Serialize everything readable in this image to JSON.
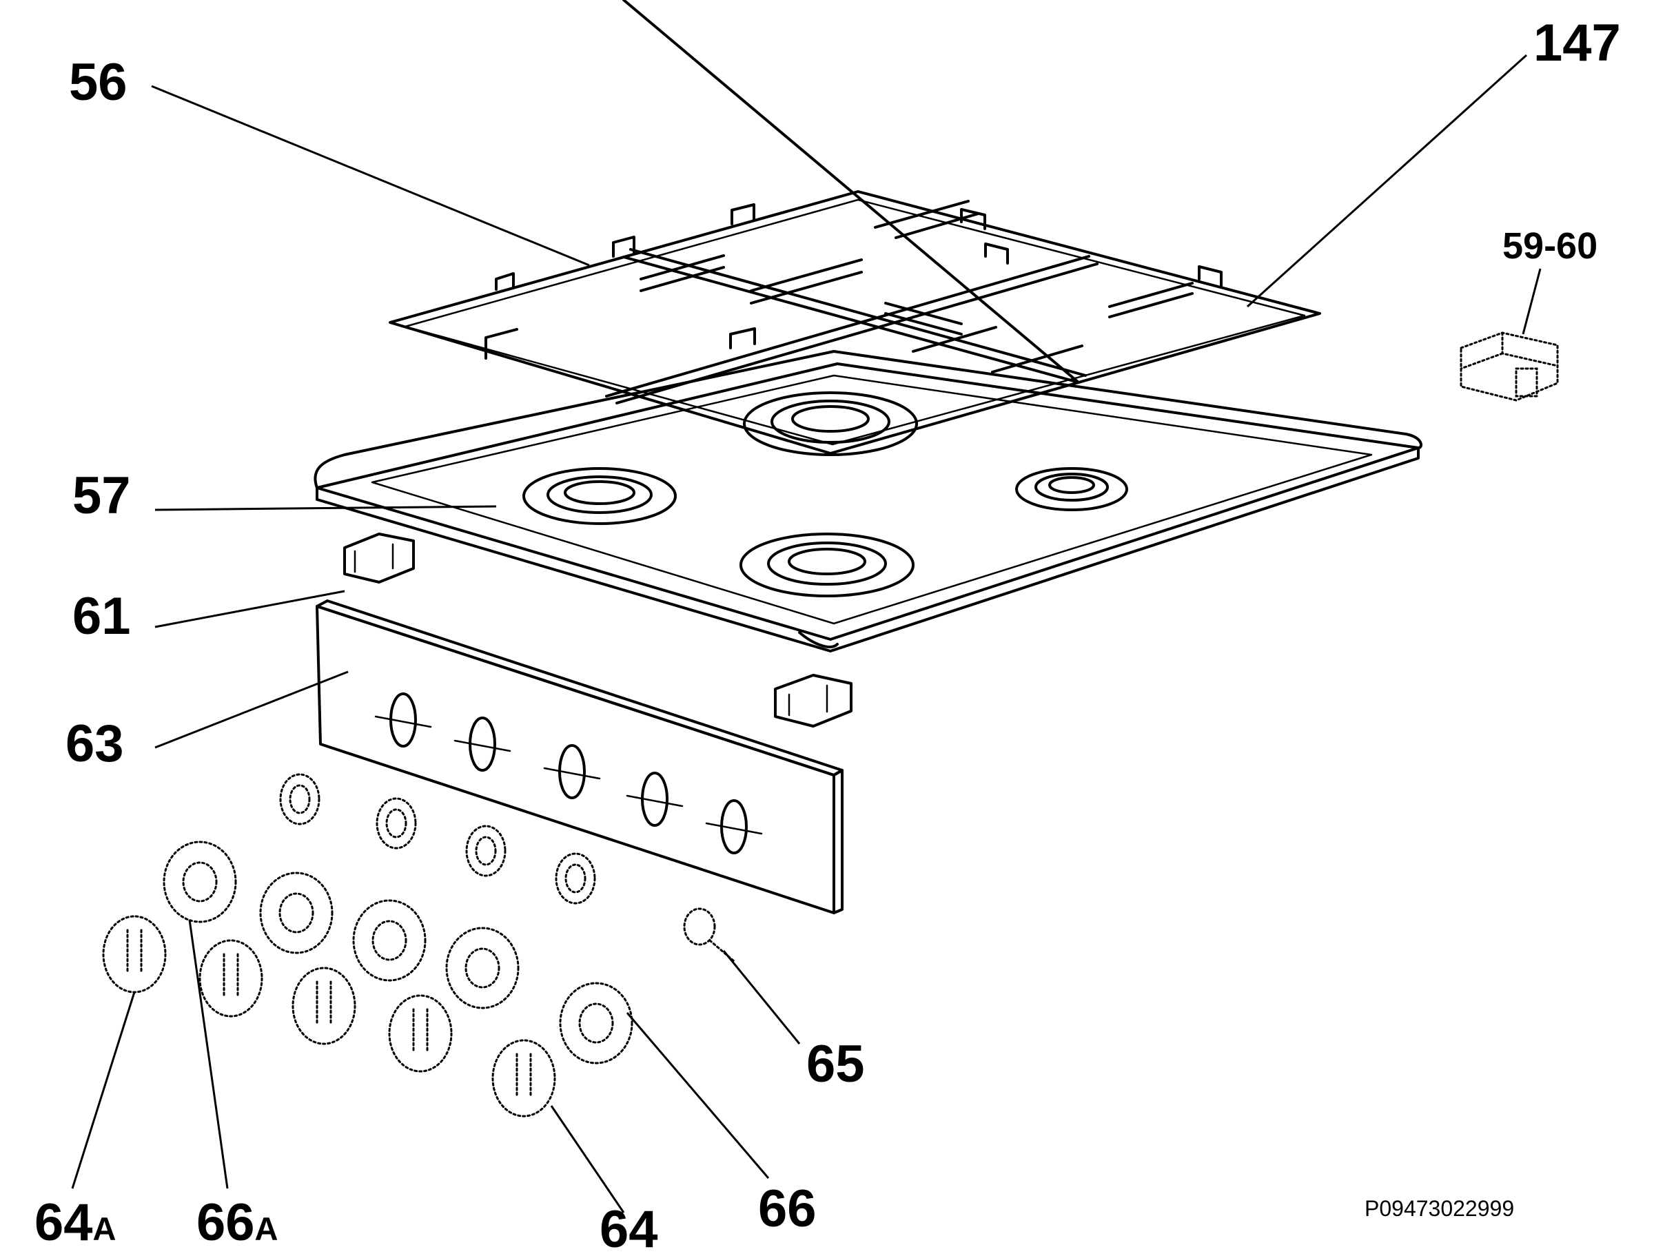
{
  "diagram": {
    "callouts": [
      {
        "id": "56",
        "text": "56"
      },
      {
        "id": "147",
        "text": "147"
      },
      {
        "id": "59-60",
        "text": "59-60"
      },
      {
        "id": "57",
        "text": "57"
      },
      {
        "id": "61",
        "text": "61"
      },
      {
        "id": "63",
        "text": "63"
      },
      {
        "id": "65",
        "text": "65"
      },
      {
        "id": "64A",
        "text": "64",
        "suffix": "A"
      },
      {
        "id": "66A",
        "text": "66",
        "suffix": "A"
      },
      {
        "id": "64",
        "text": "64"
      },
      {
        "id": "66",
        "text": "66"
      }
    ],
    "drawing_code": "P09473022999"
  }
}
